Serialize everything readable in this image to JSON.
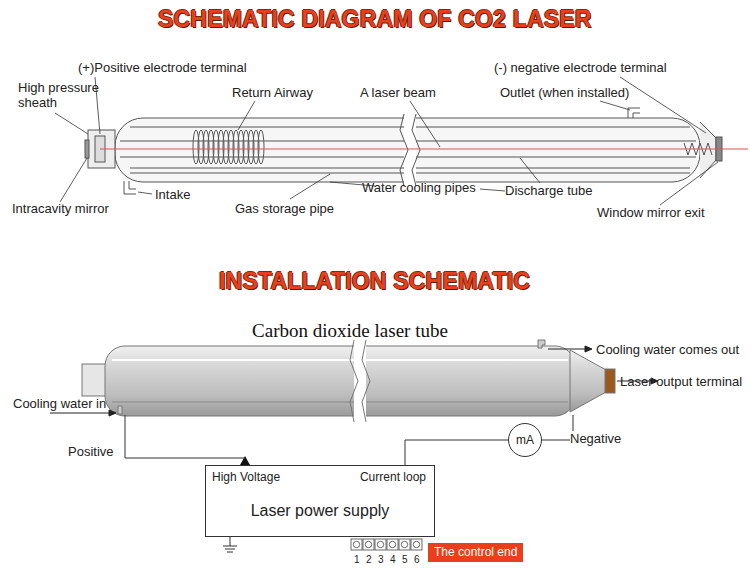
{
  "diagram": {
    "title": "SCHEMATIC DIAGRAM OF CO2 LASER",
    "nodes": [
      {
        "text": [
          "Carbon dioxide laser tube"
        ]
      },
      {
        "text": [
          "mA"
        ]
      },
      {
        "text": [
          "High Voltage",
          "Current loop",
          "Laser power supply"
        ]
      },
      {
        "text": [
          "The control end"
        ]
      }
    ],
    "edges": [
      {
        "from": 2,
        "to": 1,
        "arrow": "none"
      },
      {
        "from": 1,
        "to": 0,
        "label": "Negative",
        "arrow": "none"
      },
      {
        "from": 0,
        "to": 2,
        "label": "Positive",
        "arrow": "none"
      }
    ],
    "labels": [
      "(+)Positive electrode terminal",
      "High pressure sheath",
      "Return Airway",
      "A laser beam",
      "(-) negative electrode terminal",
      "Outlet (when installed)",
      "Intake",
      "Intracavity mirror",
      "Gas storage pipe",
      "Water cooling pipes",
      "Discharge tube",
      "Window mirror exit",
      "INSTALLATION SCHEMATIC",
      "Cooling water comes out",
      "Cooling water in",
      "Laser output terminal",
      "1",
      "2",
      "3",
      "4",
      "5",
      "6"
    ]
  }
}
